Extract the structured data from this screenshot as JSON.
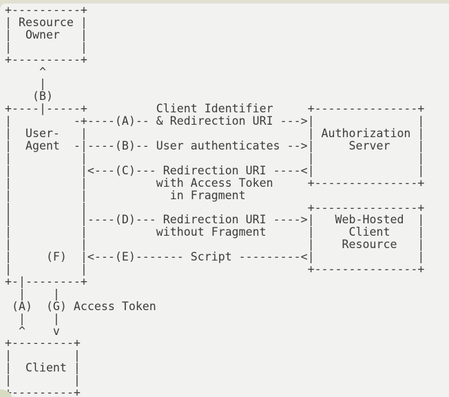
{
  "theme": {
    "page_background": "#f2f2f1",
    "top_strip_color": "#e1e1d2",
    "text_color": "#3b3b3b",
    "corner_accent_color": "#d7dcc2"
  },
  "diagram": {
    "type": "ascii-flow-diagram",
    "boxes": [
      "Resource Owner",
      "User-Agent",
      "Authorization Server",
      "Web-Hosted Client Resource",
      "Client"
    ],
    "steps": [
      {
        "id": "(A)",
        "label": "Client Identifier & Redirection URI"
      },
      {
        "id": "(B)",
        "label": "User authenticates"
      },
      {
        "id": "(C)",
        "label": "Redirection URI with Access Token in Fragment"
      },
      {
        "id": "(D)",
        "label": "Redirection URI without Fragment"
      },
      {
        "id": "(E)",
        "label": "Script"
      },
      {
        "id": "(F)",
        "label": ""
      },
      {
        "id": "(G)",
        "label": "Access Token"
      }
    ],
    "lines": [
      "+----------+",
      "| Resource |",
      "|  Owner   |",
      "|          |",
      "+----------+",
      "     ^",
      "     |",
      "    (B)",
      "+----|-----+          Client Identifier     +---------------+",
      "|         -+----(A)-- & Redirection URI --->|               |",
      "|  User-   |                                | Authorization |",
      "|  Agent  -|----(B)-- User authenticates -->|     Server    |",
      "|          |                                |               |",
      "|          |<---(C)--- Redirection URI ----<|               |",
      "|          |          with Access Token     +---------------+",
      "|          |            in Fragment",
      "|          |                                +---------------+",
      "|          |----(D)--- Redirection URI ---->|   Web-Hosted  |",
      "|          |          without Fragment      |     Client    |",
      "|          |                                |    Resource   |",
      "|     (F)  |<---(E)------- Script ---------<|               |",
      "|          |                                +---------------+",
      "+-|--------+",
      "  |    |",
      " (A)  (G) Access Token",
      "  |    |",
      "  ^    v",
      "+---------+",
      "|         |",
      "|  Client |",
      "|         |",
      "+---------+"
    ]
  }
}
